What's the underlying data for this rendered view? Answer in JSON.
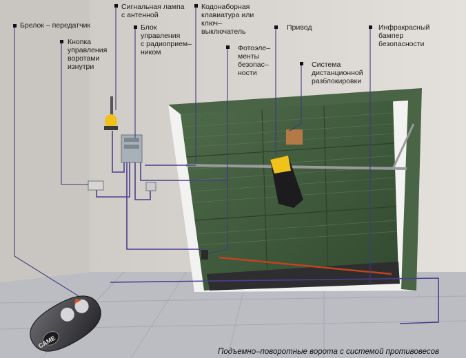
{
  "labels": {
    "keyfob": "Брелок – передатчик",
    "wall_button": "Кнопка\nуправления\nворотами\nизнутри",
    "signal_lamp": "Сигнальная лампа\nс антенной",
    "control_unit": "Блок\nуправления\nс радиоприем–\nником",
    "keypad": "Кодонаборная\nклавиатура или\nключ–\nвыключатель",
    "photocells": "Фотоэле–\nменты\nбезопас–\nности",
    "drive": "Привод",
    "release": "Система\nдистанционной\nразблокировки",
    "bumper": "Инфракрасный\nбампер\nбезопасности"
  },
  "caption": "Подъемно–поворотные ворота с системой противовесов",
  "remote_brand": "CAME",
  "colors": {
    "wall": "#d8d4cf",
    "floor": "#bdbec4",
    "door": "#3f5a3b",
    "frame": "#4a6446",
    "wire": "#4a3f8f",
    "leader": "#3d3a80",
    "lamp": "#f2c01b",
    "remote": "#3a3a3c"
  }
}
